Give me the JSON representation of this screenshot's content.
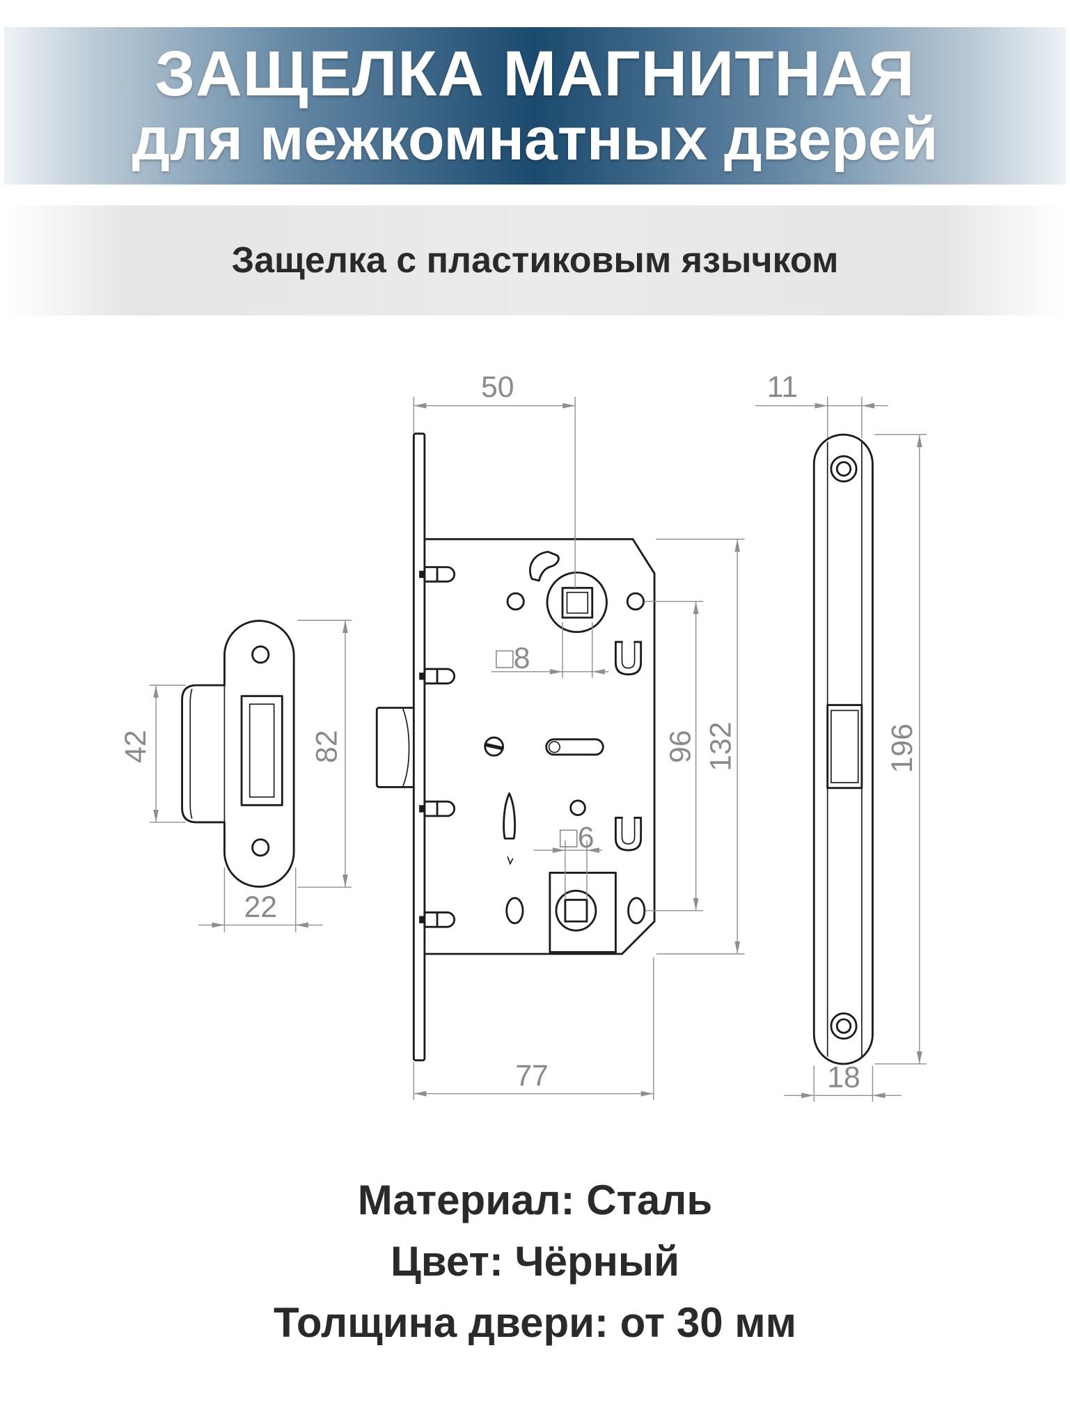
{
  "header": {
    "title": "ЗАЩЕЛКА МАГНИТНАЯ",
    "subtitle": "для межкомнатных дверей"
  },
  "tagline": "Защелка с пластиковым язычком",
  "drawing": {
    "strike_plate": {
      "lip_height": "42",
      "plate_height": "82",
      "plate_width": "22"
    },
    "lock_body": {
      "backset": "50",
      "spindle_square": "□8",
      "handle_distance": "96",
      "case_height": "132",
      "lower_square": "□6",
      "total_depth": "77"
    },
    "faceplate": {
      "thickness": "11",
      "length": "196",
      "width": "18"
    }
  },
  "specs": [
    "Материал: Сталь",
    "Цвет: Чёрный",
    "Толщина двери: от 30 мм"
  ],
  "colors": {
    "banner_center": "#1b4a6e",
    "banner_edge": "#eef2f5",
    "text_dark": "#2a2a2a",
    "drawing_line": "#1c1c1c",
    "dimension": "#8a8a8a"
  }
}
